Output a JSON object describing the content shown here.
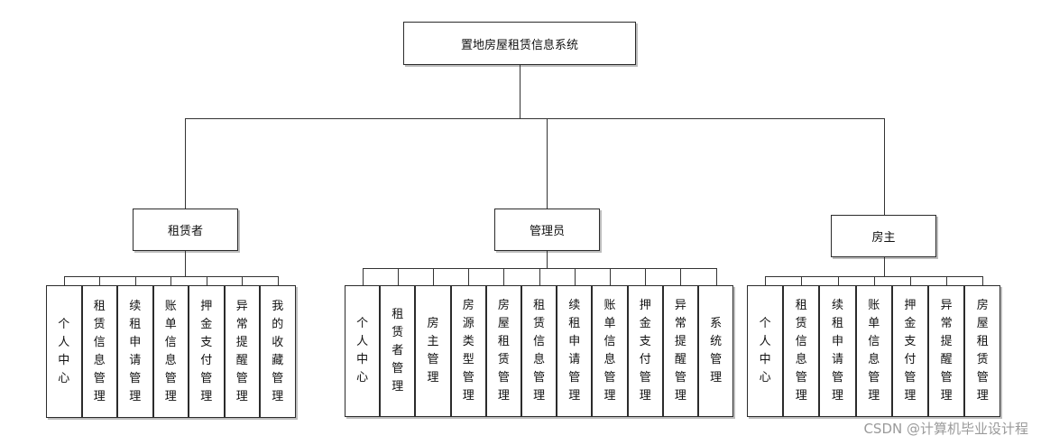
{
  "diagram": {
    "root": "置地房屋租赁信息系统",
    "groups": [
      {
        "label": "租赁者",
        "items": [
          "个人中心",
          "租赁信息管理",
          "续租申请管理",
          "账单信息管理",
          "押金支付管理",
          "异常提醒管理",
          "我的收藏管理"
        ]
      },
      {
        "label": "管理员",
        "items": [
          "个人中心",
          "租赁者管理",
          "房主管理",
          "房源类型管理",
          "房屋租赁管理",
          "租赁信息管理",
          "续租申请管理",
          "账单信息管理",
          "押金支付管理",
          "异常提醒管理",
          "系统管理"
        ]
      },
      {
        "label": "房主",
        "items": [
          "个人中心",
          "租赁信息管理",
          "续租申请管理",
          "账单信息管理",
          "押金支付管理",
          "异常提醒管理",
          "房屋租赁管理"
        ]
      }
    ]
  },
  "watermark": "CSDN @计算机毕业设计程"
}
